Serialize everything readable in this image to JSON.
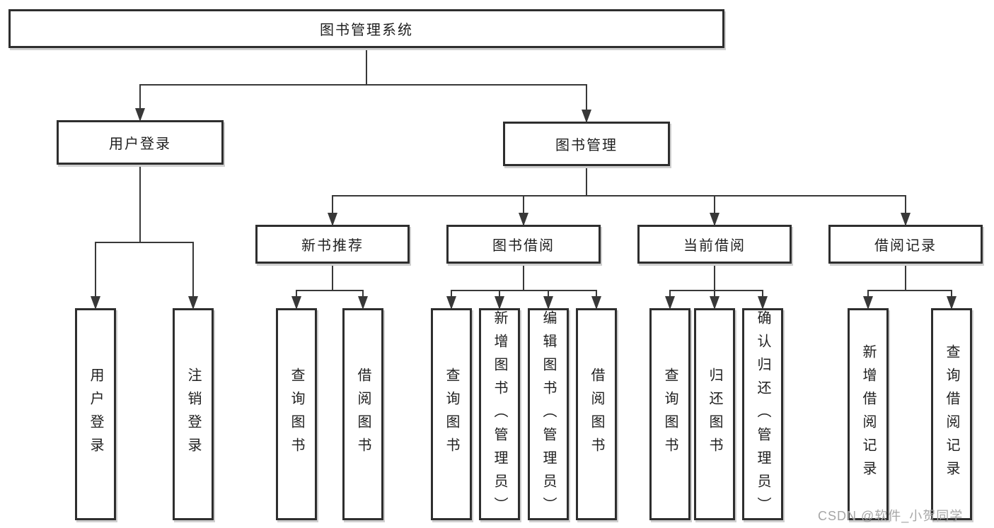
{
  "diagram": {
    "type": "hierarchy-tree",
    "title": "图书管理系统",
    "colors": {
      "background": "#ffffff",
      "line": "#383838",
      "border": "#2e2e2e",
      "text": "#1f1f1f",
      "watermark": "#a6a6a6"
    },
    "nodes": [
      {
        "id": "root",
        "label": "图书管理系统"
      },
      {
        "id": "login",
        "label": "用户登录"
      },
      {
        "id": "mgmt",
        "label": "图书管理"
      },
      {
        "id": "rec",
        "label": "新书推荐"
      },
      {
        "id": "borrow",
        "label": "图书借阅"
      },
      {
        "id": "current",
        "label": "当前借阅"
      },
      {
        "id": "records",
        "label": "借阅记录"
      },
      {
        "id": "login-user",
        "label": "用户登录"
      },
      {
        "id": "login-logout",
        "label": "注销登录"
      },
      {
        "id": "rec-query",
        "label": "查询图书"
      },
      {
        "id": "rec-borrow",
        "label": "借阅图书"
      },
      {
        "id": "borrow-query",
        "label": "查询图书"
      },
      {
        "id": "borrow-add",
        "label": "新增图书（管理员）"
      },
      {
        "id": "borrow-edit",
        "label": "编辑图书（管理员）"
      },
      {
        "id": "borrow-borrow",
        "label": "借阅图书"
      },
      {
        "id": "cur-query",
        "label": "查询图书"
      },
      {
        "id": "cur-return",
        "label": "归还图书"
      },
      {
        "id": "cur-confirm",
        "label": "确认归还（管理员）"
      },
      {
        "id": "records-add",
        "label": "新增借阅记录"
      },
      {
        "id": "records-query",
        "label": "查询借阅记录"
      }
    ],
    "edges": [
      {
        "parent": "root",
        "children": [
          "login",
          "mgmt"
        ]
      },
      {
        "parent": "login",
        "children": [
          "login-user",
          "login-logout"
        ]
      },
      {
        "parent": "mgmt",
        "children": [
          "rec",
          "borrow",
          "current",
          "records"
        ]
      },
      {
        "parent": "rec",
        "children": [
          "rec-query",
          "rec-borrow"
        ]
      },
      {
        "parent": "borrow",
        "children": [
          "borrow-query",
          "borrow-add",
          "borrow-edit",
          "borrow-borrow"
        ]
      },
      {
        "parent": "current",
        "children": [
          "cur-query",
          "cur-return",
          "cur-confirm"
        ]
      },
      {
        "parent": "records",
        "children": [
          "records-add",
          "records-query"
        ]
      }
    ]
  },
  "watermark": {
    "text": "CSDN @软件_小贺同学"
  }
}
